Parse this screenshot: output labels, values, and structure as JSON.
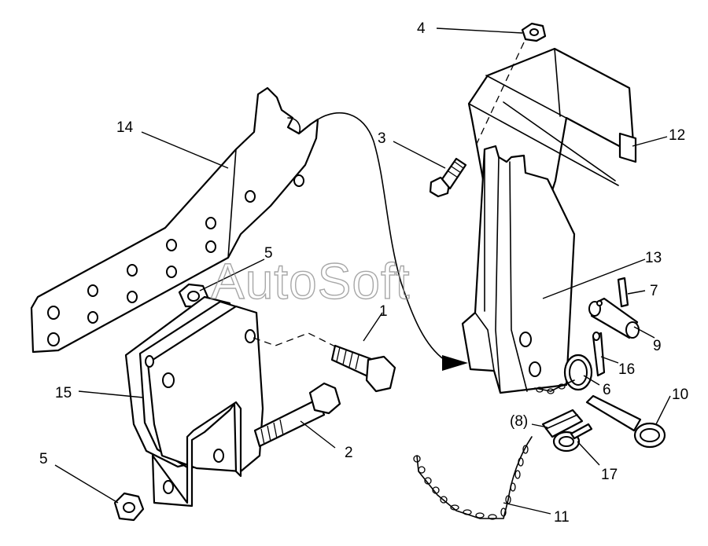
{
  "watermark": "AutoSoft",
  "callouts": {
    "c1": "1",
    "c2": "2",
    "c3": "3",
    "c4": "4",
    "c5a": "5",
    "c5b": "5",
    "c6": "6",
    "c7": "7",
    "c8": "(8)",
    "c9": "9",
    "c10": "10",
    "c11": "11",
    "c12": "12",
    "c13": "13",
    "c14": "14",
    "c15": "15",
    "c16": "16",
    "c17": "17"
  }
}
